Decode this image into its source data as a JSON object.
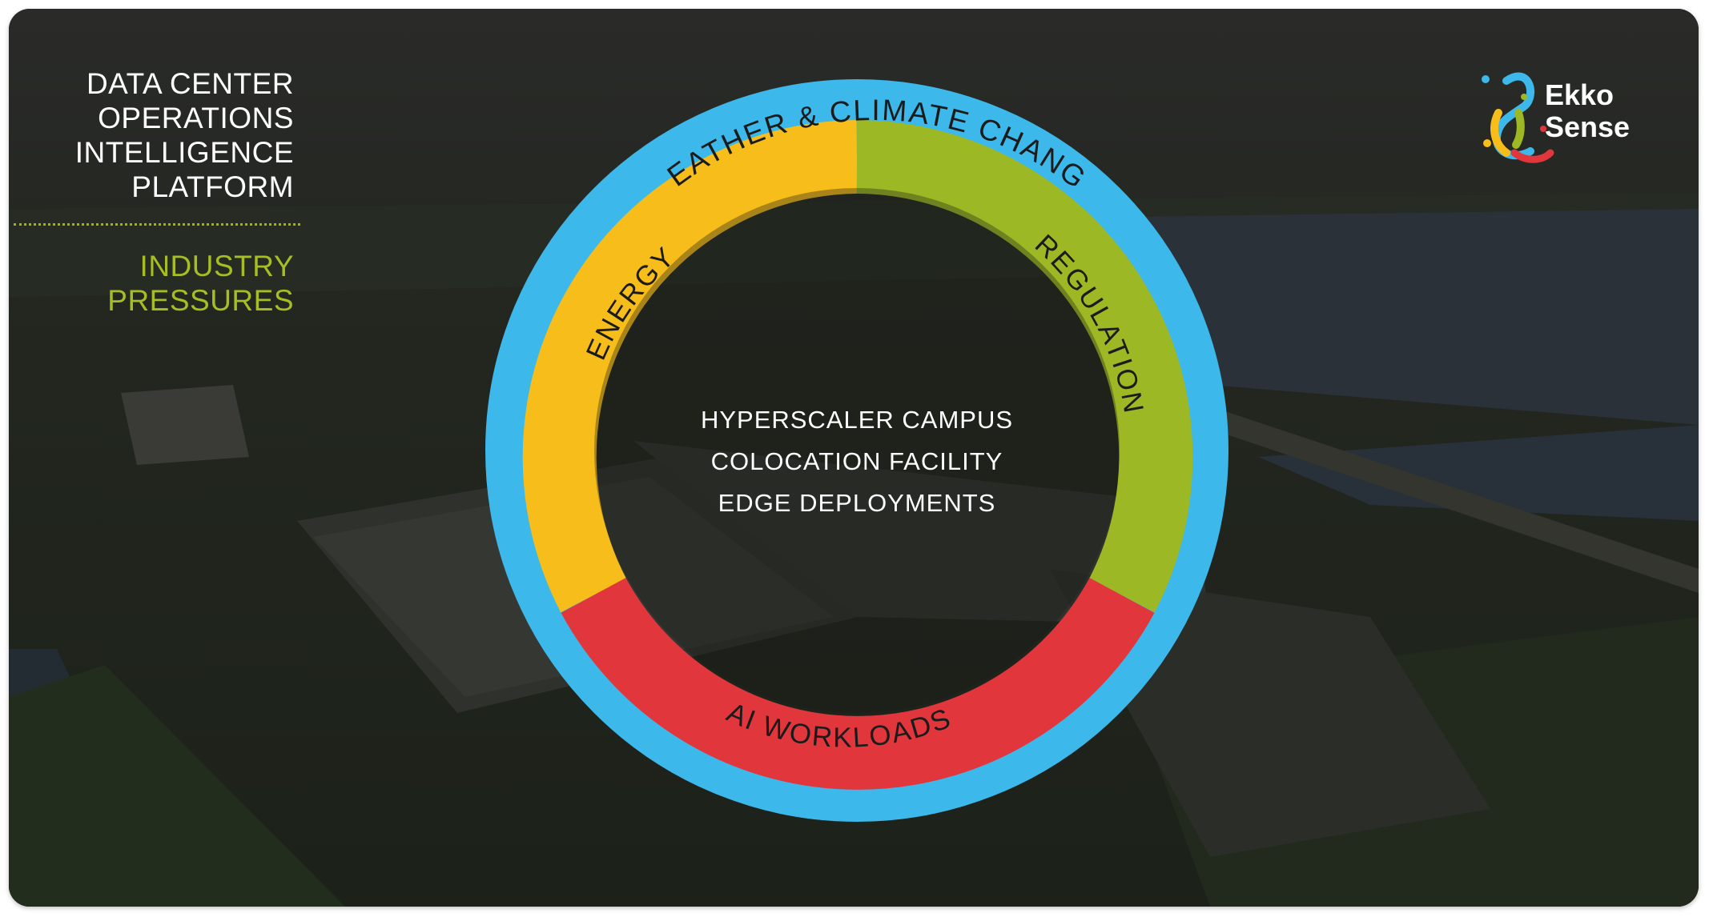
{
  "header": {
    "title_lines": [
      "DATA CENTER",
      "OPERATIONS",
      "INTELLIGENCE",
      "PLATFORM"
    ],
    "subtitle_lines": [
      "INDUSTRY",
      "PRESSURES"
    ]
  },
  "logo": {
    "line1": "Ekko",
    "line2": "Sense",
    "icon": "lizard-icon"
  },
  "diagram": {
    "outer_ring": {
      "label": "WEATHER & CLIMATE CHANGE",
      "color": "#3db8ea"
    },
    "segments": [
      {
        "label": "ENERGY",
        "color": "#f6bd1b"
      },
      {
        "label": "REGULATION",
        "color": "#9db825"
      },
      {
        "label": "AI WORKLOADS",
        "color": "#e2363d"
      }
    ],
    "center_lines": [
      "HYPERSCALER CAMPUS",
      "COLOCATION FACILITY",
      "EDGE DEPLOYMENTS"
    ]
  },
  "colors": {
    "accent_green": "#a6bd24",
    "text_dark": "#1b1b1b",
    "text_light": "#ffffff"
  }
}
